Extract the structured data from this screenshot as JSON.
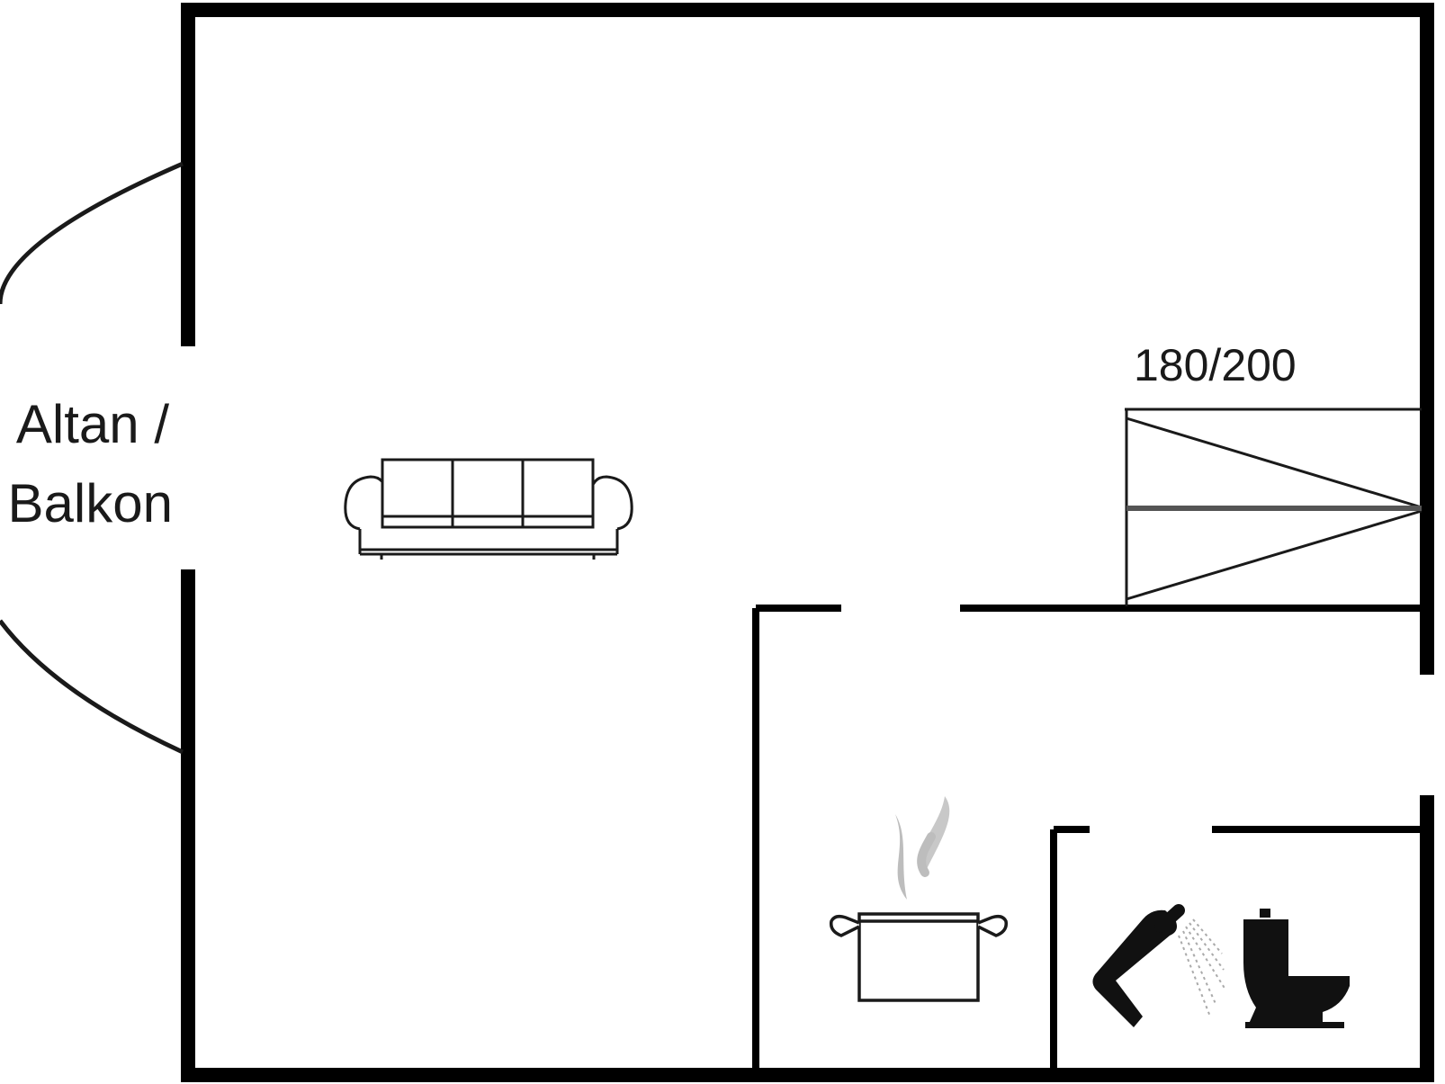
{
  "balcony": {
    "line1": "Altan /",
    "line2": "Balkon"
  },
  "bed": {
    "size": "180/200"
  },
  "icons": [
    "sofa-icon",
    "cooking-pot-icon",
    "shower-icon",
    "toilet-icon"
  ],
  "colors": {
    "wall": "#000000",
    "line": "#1a1a1a",
    "steam": "#bdbdbd",
    "background": "#ffffff"
  }
}
